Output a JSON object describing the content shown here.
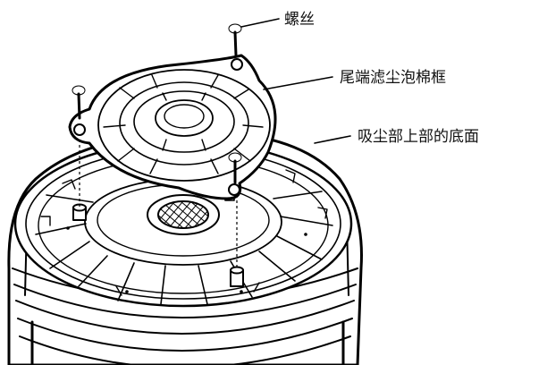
{
  "figure": {
    "labels": {
      "screw": "螺丝",
      "foam_frame": "尾端滤尘泡棉框",
      "dust_cup_top": "吸尘部上部的底面"
    },
    "callouts": [
      {
        "key": "screw",
        "text_ref": "figure.labels.screw"
      },
      {
        "key": "foam_frame",
        "text_ref": "figure.labels.foam_frame"
      },
      {
        "key": "dust_cup_top",
        "text_ref": "figure.labels.dust_cup_top"
      }
    ]
  }
}
